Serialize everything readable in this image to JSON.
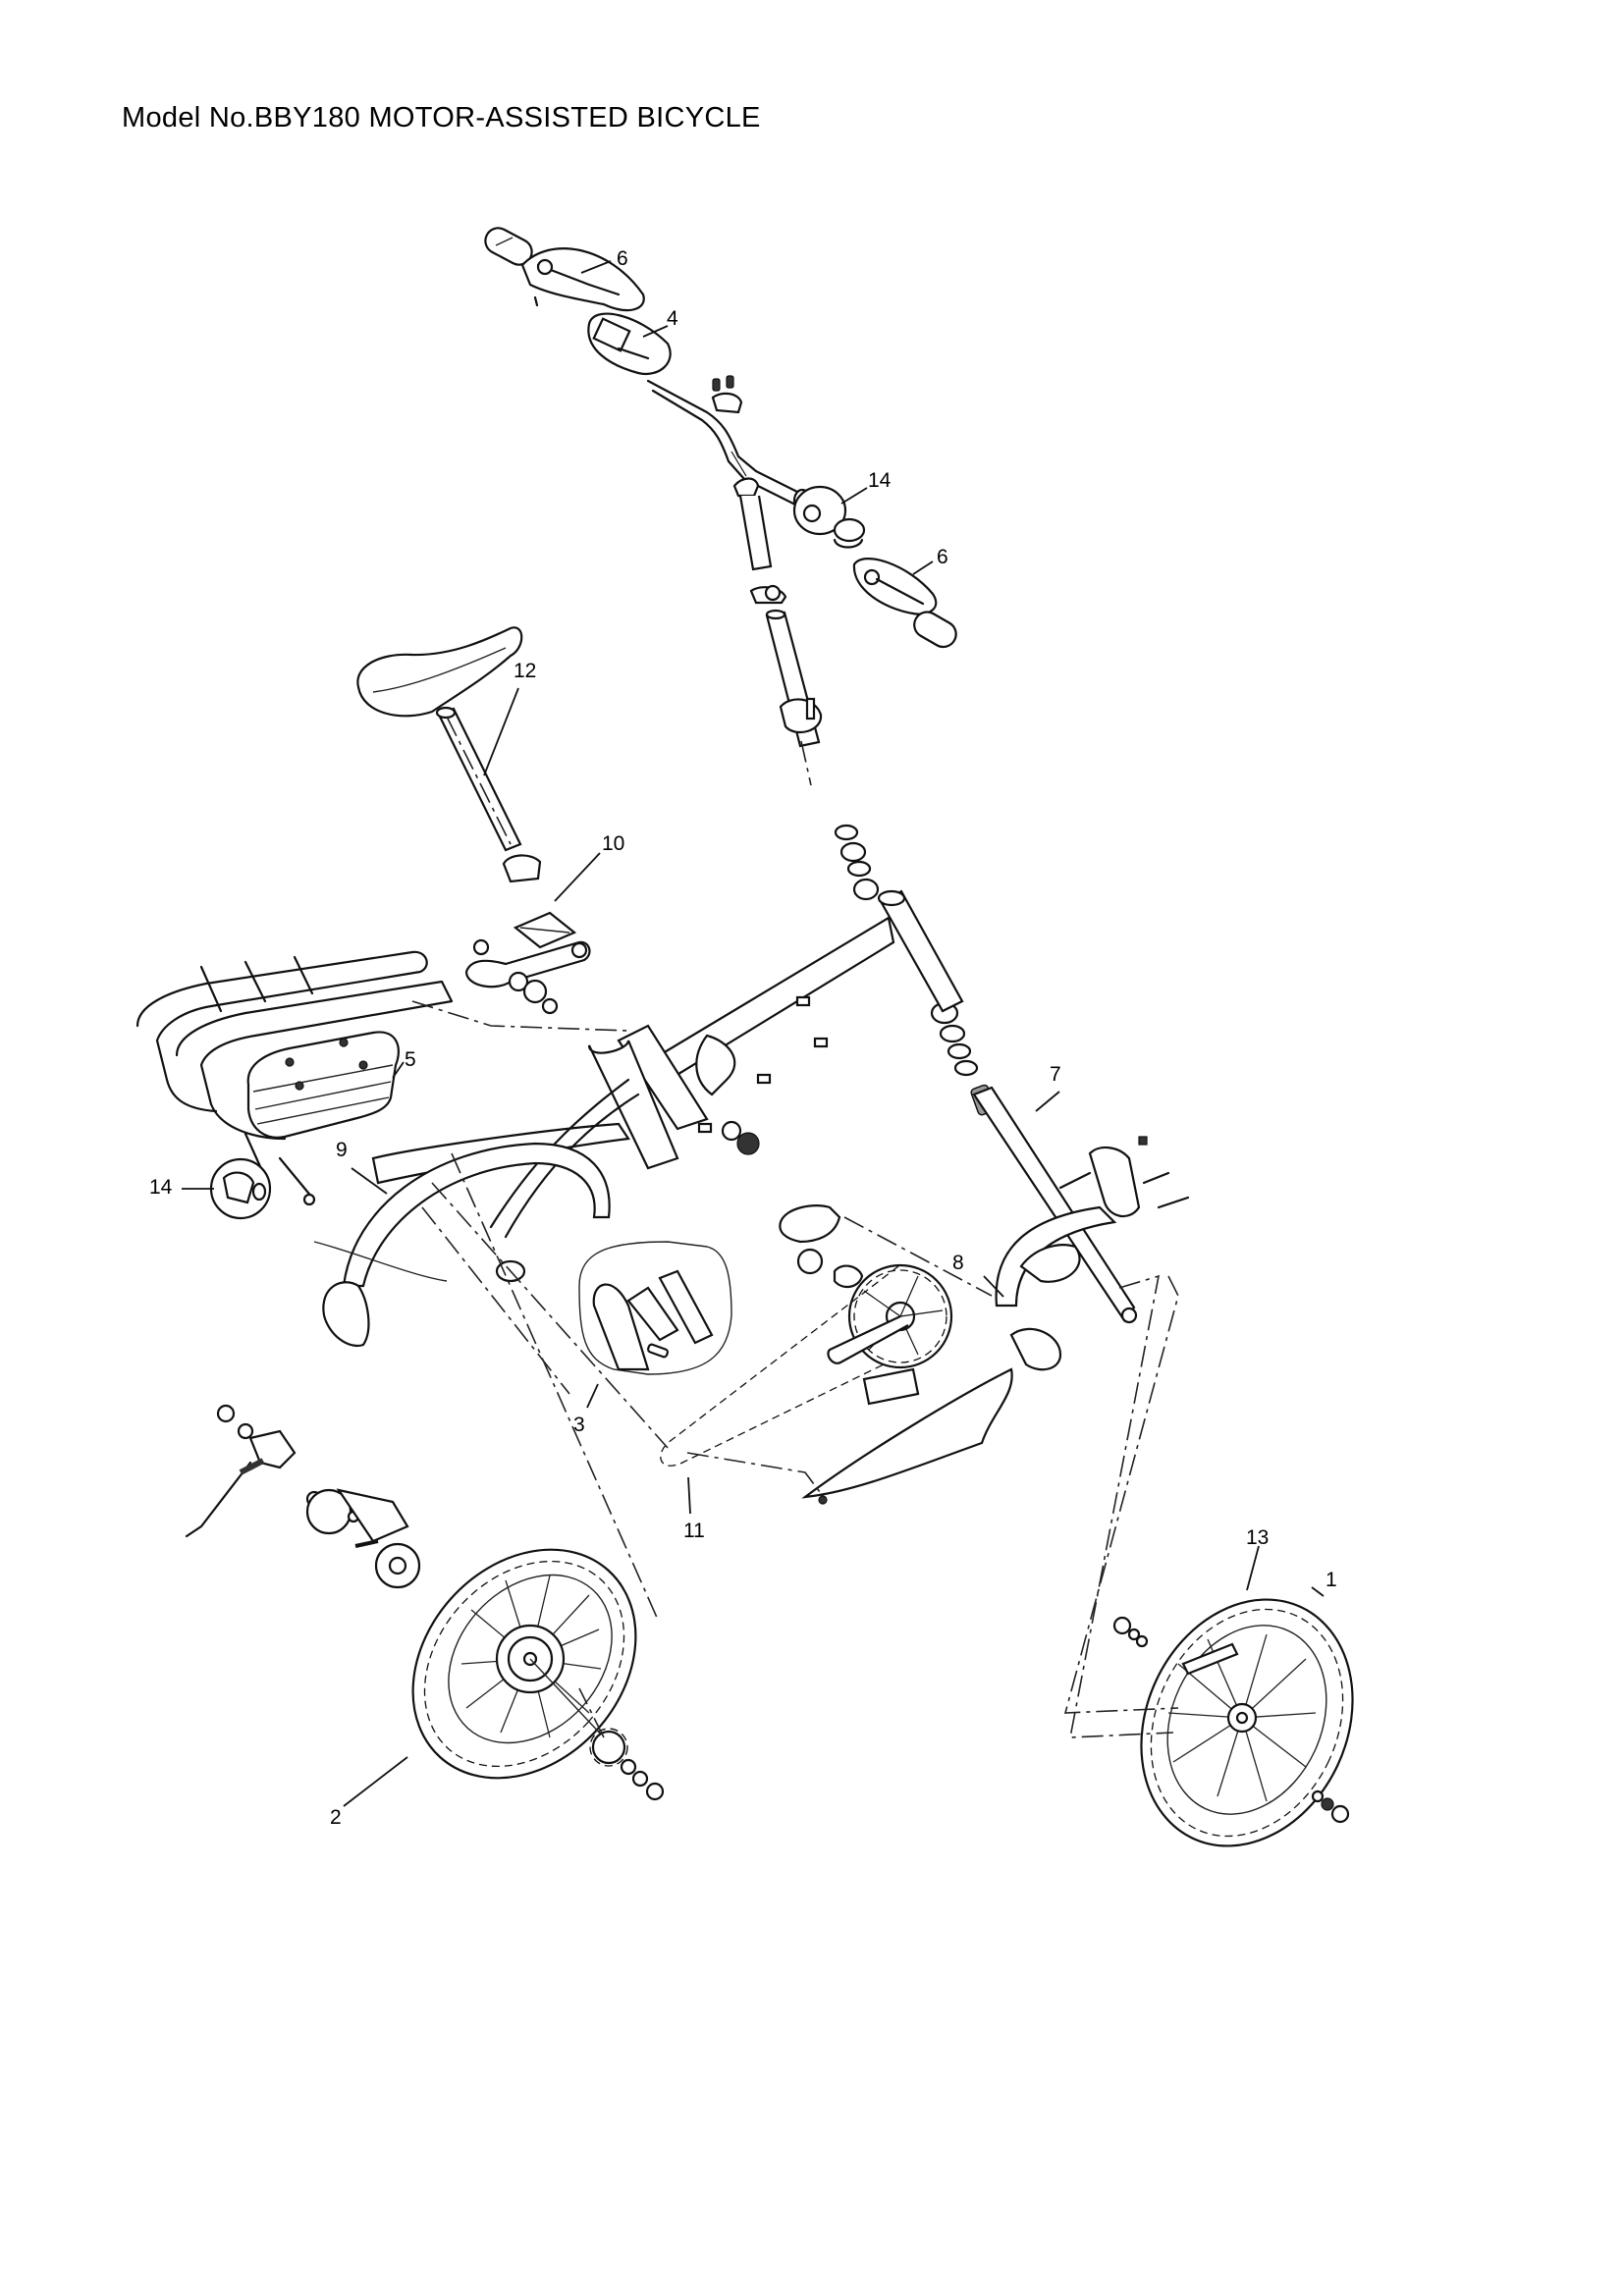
{
  "header": {
    "title": "Model No.BBY180 MOTOR-ASSISTED BICYCLE"
  },
  "diagram": {
    "type": "exploded-parts-view",
    "subject": "motor-assisted folding bicycle",
    "callouts": [
      {
        "id": "c6a",
        "label": "6",
        "part": "right brake lever / grip assembly"
      },
      {
        "id": "c4",
        "label": "4",
        "part": "handlebar control unit / display"
      },
      {
        "id": "c14a",
        "label": "14",
        "part": "bell assembly"
      },
      {
        "id": "c6b",
        "label": "6",
        "part": "left brake lever / grip assembly"
      },
      {
        "id": "c12",
        "label": "12",
        "part": "saddle and seat post"
      },
      {
        "id": "c10",
        "label": "10",
        "part": "pedal / seat clamp"
      },
      {
        "id": "c5",
        "label": "5",
        "part": "battery pack"
      },
      {
        "id": "c7",
        "label": "7",
        "part": "front fork steerer"
      },
      {
        "id": "c14b",
        "label": "14",
        "part": "rear light / reflector assembly"
      },
      {
        "id": "c9",
        "label": "9",
        "part": "rear fender"
      },
      {
        "id": "c8",
        "label": "8",
        "part": "front fork and fender"
      },
      {
        "id": "c3",
        "label": "3",
        "part": "motor controller housing"
      },
      {
        "id": "c11",
        "label": "11",
        "part": "chain"
      },
      {
        "id": "c13",
        "label": "13",
        "part": "front hub / spoke reflector"
      },
      {
        "id": "c1",
        "label": "1",
        "part": "front wheel"
      },
      {
        "id": "c2",
        "label": "2",
        "part": "rear wheel with hub motor"
      }
    ]
  }
}
